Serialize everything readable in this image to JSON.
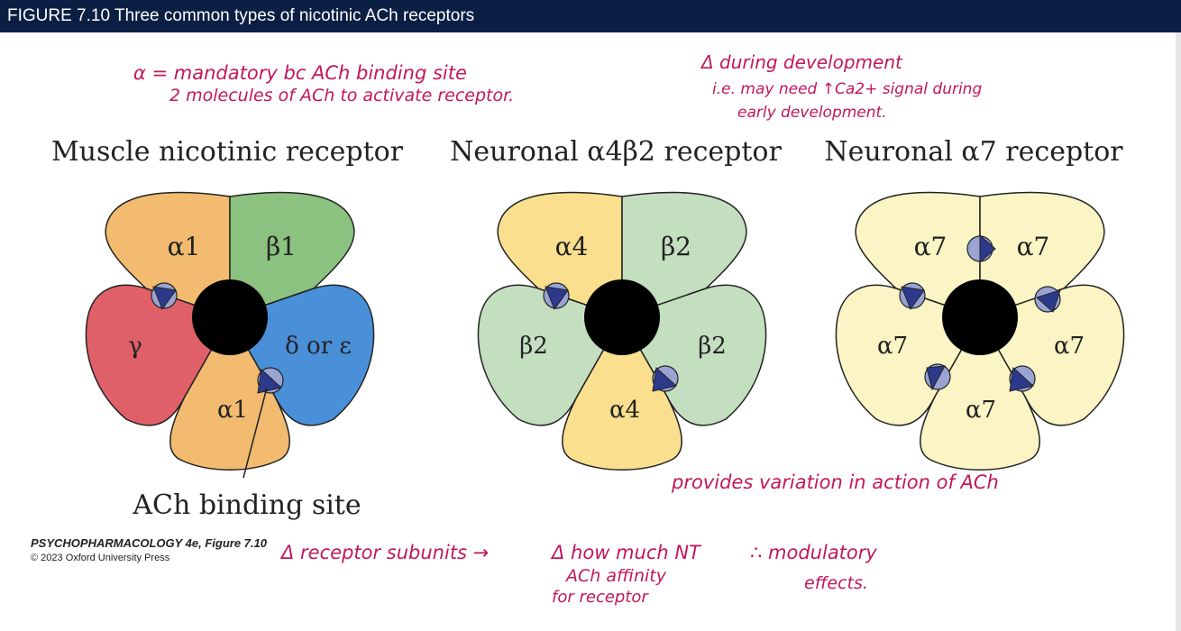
{
  "figure": {
    "title": "FIGURE 7.10  Three common types of nicotinic ACh receptors"
  },
  "receptors": {
    "muscle": {
      "title": "Muscle nicotinic receptor",
      "subunits": {
        "top_left": "α1",
        "top_right": "β1",
        "left": "γ",
        "right": "δ or ε",
        "bottom": "α1"
      }
    },
    "neuronal_a4b2": {
      "title": "Neuronal α4β2 receptor",
      "subunits": {
        "top_left": "α4",
        "top_right": "β2",
        "left": "β2",
        "right": "β2",
        "bottom": "α4"
      }
    },
    "neuronal_a7": {
      "title": "Neuronal α7 receptor",
      "subunits": {
        "top_left": "α7",
        "top_right": "α7",
        "left": "α7",
        "right": "α7",
        "bottom": "α7"
      }
    }
  },
  "binding_site_label": "ACh binding site",
  "credit": {
    "line1": "PSYCHOPHARMACOLOGY 4e, Figure 7.10",
    "line2": "© 2023 Oxford University Press"
  },
  "annotations": {
    "note1_line1": "α = mandatory bc ACh binding site",
    "note1_line2": "2 molecules of ACh to activate receptor.",
    "note2_line1": "Δ during development",
    "note2_line2": "i.e. may need ↑Ca2+ signal during",
    "note2_line3": "early development.",
    "note3": "provides variation in action of ACh",
    "note4_a": "Δ receptor subunits →",
    "note4_b": "Δ how much NT",
    "note4_c": "ACh affinity",
    "note4_d": "for receptor",
    "note4_e": "∴ modulatory",
    "note4_f": "effects."
  },
  "colors": {
    "title_bar": "#0b1f44",
    "alpha1": "#f2bb70",
    "beta1": "#8cc27f",
    "gamma": "#e0606a",
    "delta": "#4a90d9",
    "alpha4": "#f9df8e",
    "beta2": "#c4dfc0",
    "alpha7": "#fbf4c4",
    "pore": "#000000",
    "site_light": "#9aa4d3",
    "site_dark": "#2d3a8c",
    "handwriting": "#c2185b"
  }
}
